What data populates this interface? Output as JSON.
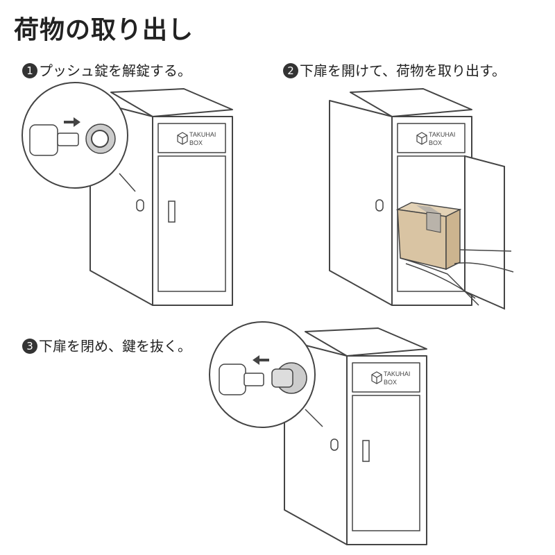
{
  "title": "荷物の取り出し",
  "steps": [
    {
      "number": "1",
      "text": "プッシュ錠を解錠する。"
    },
    {
      "number": "2",
      "text": "下扉を開けて、荷物を取り出す。"
    },
    {
      "number": "3",
      "text": "下扉を閉め、鍵を抜く。"
    }
  ],
  "box_label": {
    "line1": "TAKUHAI",
    "line2": "BOX"
  },
  "colors": {
    "line": "#444444",
    "package": "#d9c4a3",
    "tape": "#b9b3aa"
  }
}
